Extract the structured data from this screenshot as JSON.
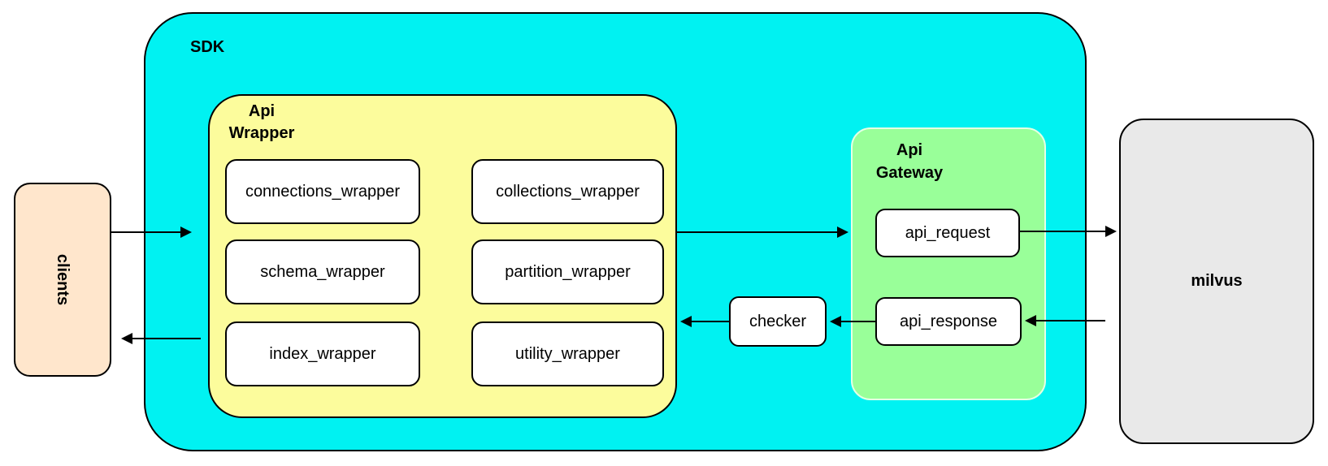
{
  "diagram": {
    "clients": {
      "label": "clients",
      "fill": "#FFE6CC"
    },
    "sdk": {
      "label": "SDK",
      "fill": "#00F2F2",
      "api_wrapper": {
        "label": "Api\nWrapper",
        "fill": "#FCFC9C",
        "boxes": [
          {
            "label": "connections_wrapper"
          },
          {
            "label": "schema_wrapper"
          },
          {
            "label": "index_wrapper"
          },
          {
            "label": "collections_wrapper"
          },
          {
            "label": "partition_wrapper"
          },
          {
            "label": "utility_wrapper"
          }
        ]
      },
      "checker": {
        "label": "checker"
      },
      "api_gateway": {
        "label": "Api\nGateway",
        "fill": "#99FF99",
        "boxes": [
          {
            "label": "api_request"
          },
          {
            "label": "api_response"
          }
        ]
      }
    },
    "milvus": {
      "label": "milvus",
      "fill": "#E9E9E9"
    },
    "flows": [
      {
        "from": "clients",
        "to": "SDK"
      },
      {
        "from": "SDK",
        "to": "clients"
      },
      {
        "from": "Api Wrapper",
        "to": "Api Gateway"
      },
      {
        "from": "api_request",
        "to": "milvus"
      },
      {
        "from": "milvus",
        "to": "api_response"
      },
      {
        "from": "api_response",
        "to": "checker"
      },
      {
        "from": "checker",
        "to": "Api Wrapper"
      }
    ]
  }
}
